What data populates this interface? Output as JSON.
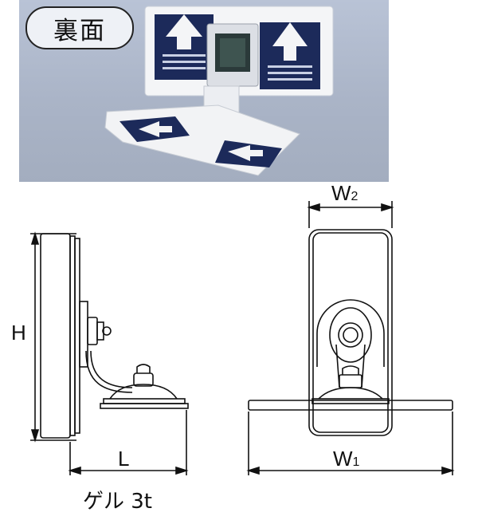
{
  "photo": {
    "label": "裏面"
  },
  "dimensions": {
    "h": "H",
    "l": "L",
    "w1_main": "W",
    "w1_sub": "1",
    "w2_main": "W",
    "w2_sub": "2"
  },
  "caption": "ゲル 3t",
  "colors": {
    "outline": "#111111",
    "photo_bg": "#aab4c7",
    "sign_navy": "#1c2a5a"
  }
}
